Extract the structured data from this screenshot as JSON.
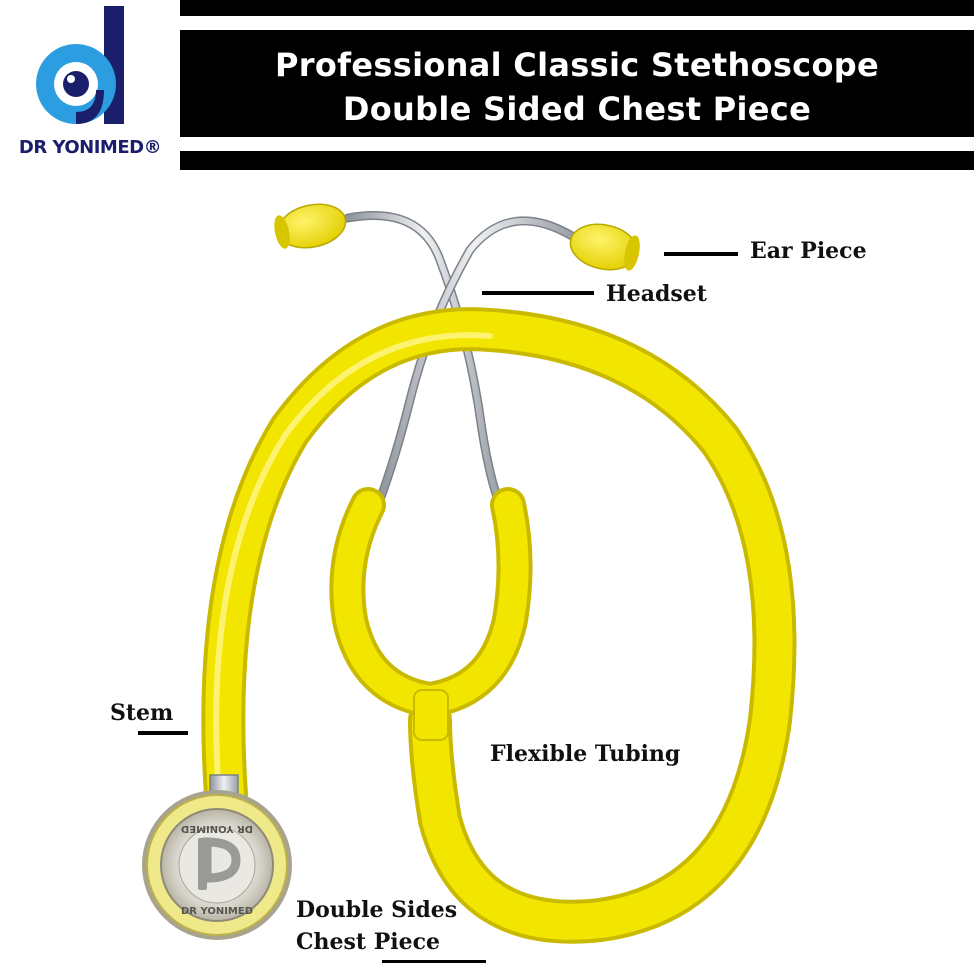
{
  "banner": {
    "title_line_1": "Professional Classic Stethoscope",
    "title_line_2": "Double Sided Chest Piece"
  },
  "logo": {
    "brand": "DR YONIMED®",
    "icon": "dr-yonimed-d-logo"
  },
  "parts": {
    "ear_piece": "Ear Piece",
    "headset": "Headset",
    "stem": "Stem",
    "flexible_tubing": "Flexible Tubing",
    "chest_piece_line_1": "Double Sides",
    "chest_piece_line_2": "Chest Piece"
  },
  "chest_piece_engraving": "DR YONIMED",
  "colors": {
    "tubing_yellow": "#f2e600",
    "banner_black": "#000000",
    "logo_blue": "#2b9de0",
    "logo_navy": "#1a1f6b",
    "steel": "#c9ccd1"
  }
}
